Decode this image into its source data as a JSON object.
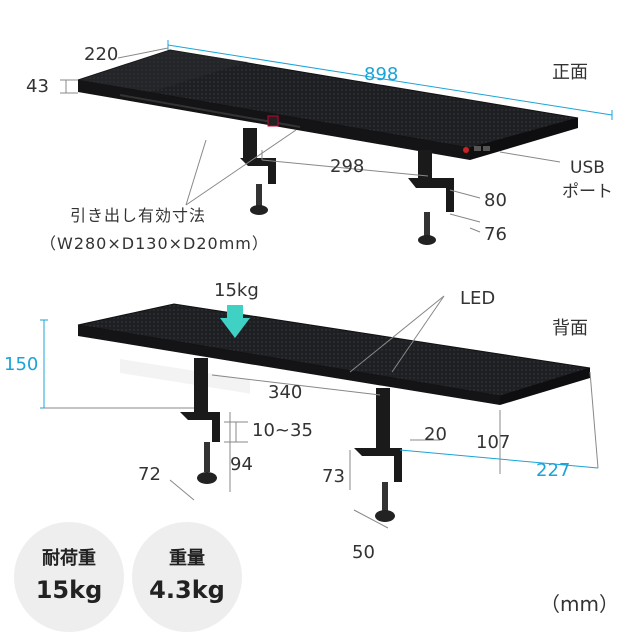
{
  "view_top": {
    "label": "正面",
    "dims": {
      "depth": "220",
      "thickness": "43",
      "width": "898",
      "clamp_spacing": "298",
      "clamp_h": "80",
      "clamp_w": "76"
    },
    "usb_label_1": "USB",
    "usb_label_2": "ポート",
    "drawer_label_1": "引き出し有効寸法",
    "drawer_label_2": "（W280×D130×D20mm）"
  },
  "view_back": {
    "label": "背面",
    "load_label": "15kg",
    "led_label": "LED",
    "dims": {
      "height": "150",
      "clamp_spacing": "340",
      "clamp_range": "10~35",
      "clamp_h": "94",
      "clamp_d": "72",
      "riser": "20",
      "riser_h": "107",
      "total": "227",
      "clamp_h2": "73",
      "clamp_w2": "50"
    }
  },
  "specs": [
    {
      "title": "耐荷重",
      "value": "15kg"
    },
    {
      "title": "重量",
      "value": "4.3kg"
    }
  ],
  "unit": "（mm）",
  "colors": {
    "accent": "#1aa4d8",
    "arrow": "#3fd1c4",
    "shelf": "#1c1c1e",
    "line": "#888888"
  }
}
